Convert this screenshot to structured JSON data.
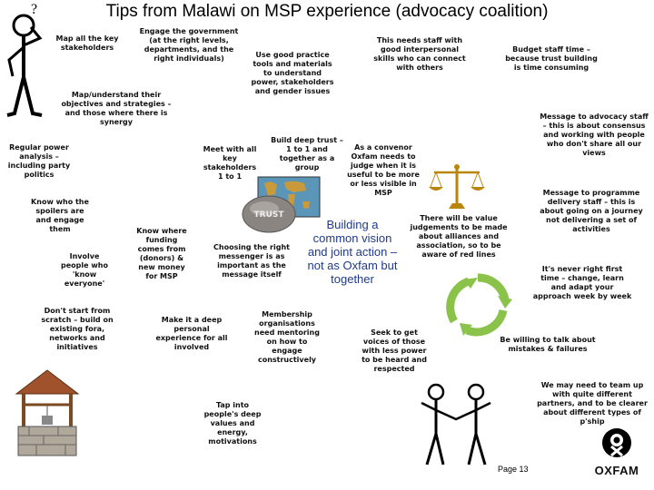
{
  "title": "Tips from Malawi on MSP experience (advocacy coalition)",
  "tips": {
    "map_stakeholders": "Map all the key stakeholders",
    "engage_government": "Engage the government (at the right levels, departments, and the right individuals)",
    "good_practice_tools": "Use good practice tools and materials to understand power, stakeholders and gender issues",
    "program_staff": "This needs staff with good interpersonal skills who can connect with others",
    "budget_time": "Budget staff time – because trust building is time consuming",
    "map_objectives": "Map/understand their objectives and strategies – and those where there is synergy",
    "message_advocacy": "Message to advocacy staff – this is about consensus and working with people who don't share all our views",
    "power_analysis": "Regular power analysis – including party politics",
    "meet_key_stakeholders": "Meet with all key stakeholders 1 to 1",
    "deep_trust": "Build deep trust – 1 to 1 and together as a group",
    "convenor": "As a convenor Oxfam needs to judge when it is useful to be more or less visible in MSP",
    "message_programme": "Message to programme delivery staff – this is about going on a journey not delivering a set of activities",
    "know_spoilers": "Know who the spoilers are and engage them",
    "know_funding": "Know where funding comes from (donors) & new money for MSP",
    "right_messenger": "Choosing the right messenger is as important as the message itself",
    "building_vision": "Building a common vision and joint action – not as Oxfam but together",
    "value_judgements": "There will be value judgements to be made about alliances and association, so to be aware of red lines",
    "never_first_time": "It's never right first time – change, learn and adapt your approach week by week",
    "involve_people": "Involve people who 'know everyone'",
    "dont_start_scratch": "Don't start from scratch – build on existing fora, networks and initiatives",
    "deep_personal": "Make it a deep personal experience for all involved",
    "membership_orgs": "Membership organisations need mentoring on how to engage constructively",
    "seek_voices": "Seek to get voices of those with less power to be heard and respected",
    "willing_to_talk": "Be willing to talk about mistakes & failures",
    "team_up": "We may need to team up with quite different partners, and to be clearer about different types of p'ship",
    "tap_values": "Tap into people's deep values and energy, motivations"
  },
  "trust_stone_label": "TRUST",
  "page_number": "Page 13",
  "logo_text": "OXFAM",
  "colors": {
    "title": "#000000",
    "highlight_text": "#1f3a8a",
    "arrows": "#8bc34a",
    "map_land": "#c99a3c",
    "scale_gold": "#b8860b"
  },
  "icons": [
    "question-figure-icon",
    "world-map-icon",
    "trust-stone-icon",
    "balance-scale-icon",
    "recycle-arrows-icon",
    "wishing-well-icon",
    "handshake-people-icon",
    "oxfam-logo-icon"
  ]
}
